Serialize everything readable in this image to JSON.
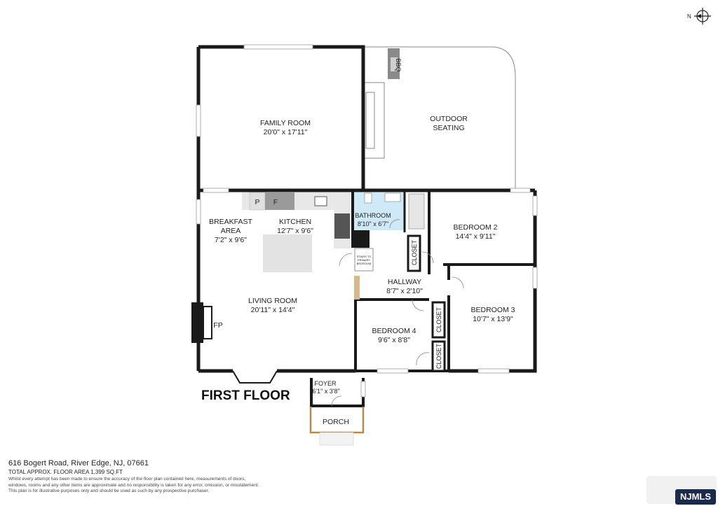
{
  "floor_title": "FIRST FLOOR",
  "compass": {
    "label": "N"
  },
  "rooms": {
    "family_room": {
      "name": "FAMILY ROOM",
      "dims": "20'0\" x 17'11\""
    },
    "outdoor_seating": {
      "line1": "OUTDOOR",
      "line2": "SEATING"
    },
    "bbq": {
      "name": "BBQ"
    },
    "breakfast_area": {
      "line1": "BREAKFAST",
      "line2": "AREA",
      "dims": "7'2\" x 9'6\""
    },
    "kitchen": {
      "name": "KITCHEN",
      "dims": "12'7\" x 9'6\""
    },
    "pantry": {
      "name": "P"
    },
    "fridge": {
      "name": "F"
    },
    "bathroom": {
      "name": "BATHROOM",
      "dims": "8'10\" x 6'7\""
    },
    "bedroom2": {
      "name": "BEDROOM 2",
      "dims": "14'4\" x 9'11\""
    },
    "closet_b2": {
      "name": "CLOSET"
    },
    "stairs": {
      "line1": "STAIRS TO",
      "line2": "PRIMARY",
      "line3": "BEDROOM"
    },
    "hallway": {
      "name": "HALLWAY",
      "dims": "8'7\" x 2'10\""
    },
    "living_room": {
      "name": "LIVING ROOM",
      "dims": "20'11\" x 14'4\""
    },
    "fireplace": {
      "name": "FP"
    },
    "bedroom3": {
      "name": "BEDROOM 3",
      "dims": "10'7\" x 13'9\""
    },
    "closet_b3": {
      "name": "CLOSET"
    },
    "closet_b4": {
      "name": "CLOSET"
    },
    "bedroom4": {
      "name": "BEDROOM 4",
      "dims": "9'6\" x 8'8\""
    },
    "foyer": {
      "name": "FOYER",
      "dims": "6'1\" x 3'8\""
    },
    "porch": {
      "name": "PORCH"
    }
  },
  "footer": {
    "address": "616 Bogert Road, River Edge, NJ, 07661",
    "area": "TOTAL APPROX. FLOOR AREA 1,399 SQ.FT",
    "disclaimer1": "Whilst every attempt has been made to ensure the accuracy of the floor plan contained here, measurements of doors,",
    "disclaimer2": "windows, rooms and any other items are approximate and no responsibility is taken for any error, omission, or misstatement.",
    "disclaimer3": "This plan is for illustrative purposes only and should be used as such by any prospective purchaser."
  },
  "logo": "NJMLS",
  "colors": {
    "wall": "#1a1a1a",
    "bathroom_fill": "#cfe9f7",
    "counter": "#e8e8e8",
    "appliance": "#9a9a9a",
    "porch_wall": "#b88a4a"
  }
}
